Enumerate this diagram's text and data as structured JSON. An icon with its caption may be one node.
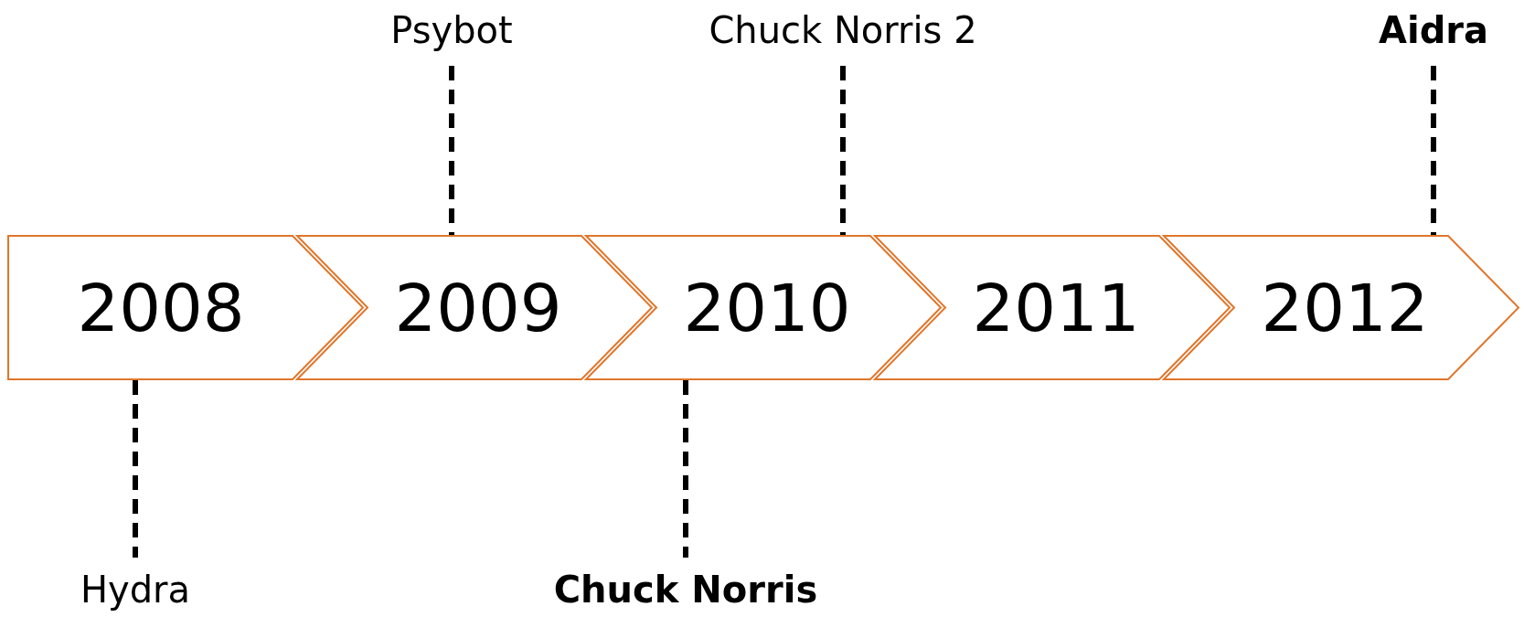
{
  "diagram": {
    "nodes": [
      {
        "text": [
          "Psybot"
        ]
      },
      {
        "text": [
          "Chuck Norris 2"
        ]
      },
      {
        "text": [
          "Aidra"
        ]
      },
      {
        "text": [
          "2008"
        ]
      },
      {
        "text": [
          "2009"
        ]
      },
      {
        "text": [
          "2010"
        ]
      },
      {
        "text": [
          "2011"
        ]
      },
      {
        "text": [
          "2012"
        ]
      },
      {
        "text": [
          "Hydra"
        ]
      },
      {
        "text": [
          "Chuck Norris"
        ]
      }
    ],
    "edges": [
      {
        "from": 0,
        "to": 4,
        "arrow": "none",
        "style": "dashed"
      },
      {
        "from": 1,
        "to": 5,
        "arrow": "none",
        "style": "dashed"
      },
      {
        "from": 2,
        "to": 7,
        "arrow": "none",
        "style": "dashed"
      },
      {
        "from": 8,
        "to": 3,
        "arrow": "none",
        "style": "dashed"
      },
      {
        "from": 9,
        "to": 5,
        "arrow": "none",
        "style": "dashed"
      }
    ]
  }
}
